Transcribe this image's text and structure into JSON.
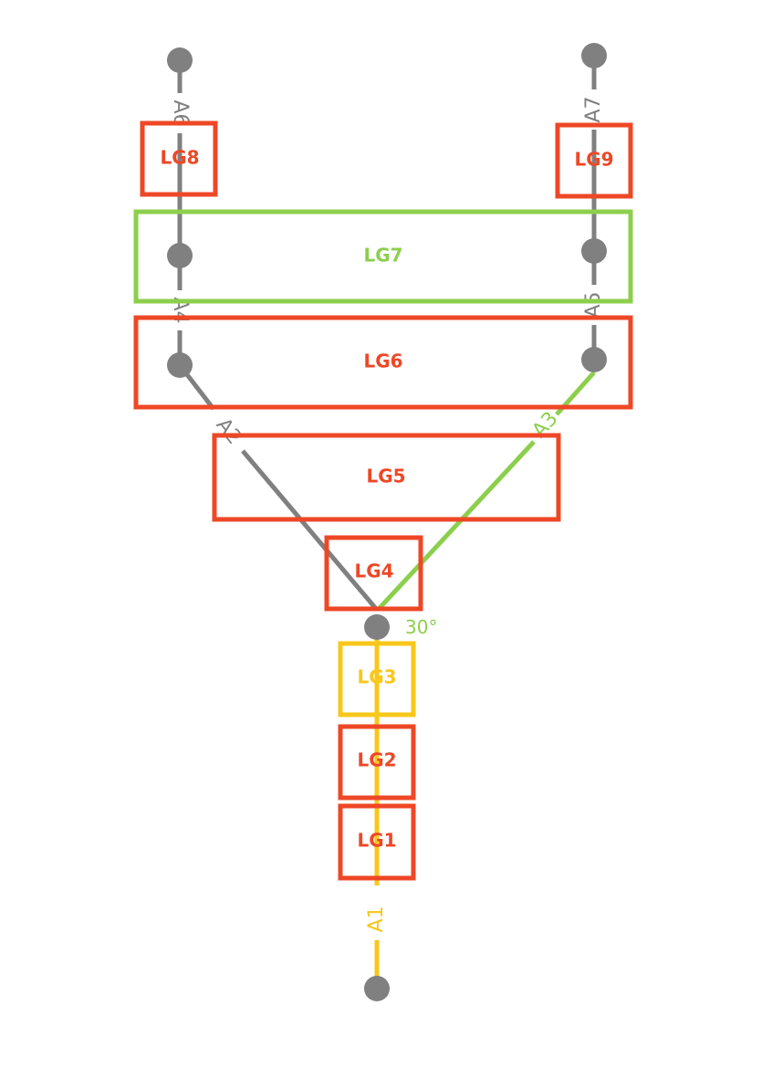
{
  "colors": {
    "red": "#ee4726",
    "green": "#8ccf4d",
    "yellow": "#f8c71a",
    "gray": "#808080"
  },
  "lines": {
    "A1": "A1",
    "A2": "A2",
    "A3": "A3",
    "A4": "A4",
    "A5": "A5",
    "A6": "A6",
    "A7": "A7"
  },
  "angle": "30°",
  "groups": {
    "LG1": "LG1",
    "LG2": "LG2",
    "LG3": "LG3",
    "LG4": "LG4",
    "LG5": "LG5",
    "LG6": "LG6",
    "LG7": "LG7",
    "LG8": "LG8",
    "LG9": "LG9"
  },
  "group_colors": {
    "LG1": "red",
    "LG2": "red",
    "LG3": "yellow",
    "LG4": "red",
    "LG5": "red",
    "LG6": "red",
    "LG7": "green",
    "LG8": "red",
    "LG9": "red"
  },
  "line_colors": {
    "A1": "yellow",
    "A2": "gray",
    "A3": "green",
    "A4": "gray",
    "A5": "gray",
    "A6": "gray",
    "A7": "gray"
  }
}
